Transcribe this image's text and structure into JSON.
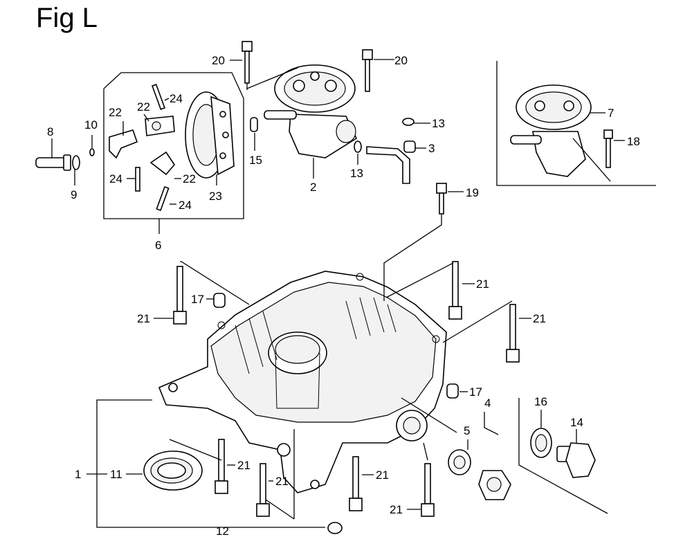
{
  "title": "Fig L",
  "labels": {
    "p1": "1",
    "p2": "2",
    "p3": "3",
    "p4": "4",
    "p5": "5",
    "p6": "6",
    "p7": "7",
    "p8": "8",
    "p9": "9",
    "p10": "10",
    "p11": "11",
    "p12": "12",
    "p13": "13",
    "p14": "14",
    "p15": "15",
    "p16": "16",
    "p17": "17",
    "p18": "18",
    "p19": "19",
    "p20": "20",
    "p21": "21",
    "p22": "22",
    "p23": "23",
    "p24": "24"
  }
}
